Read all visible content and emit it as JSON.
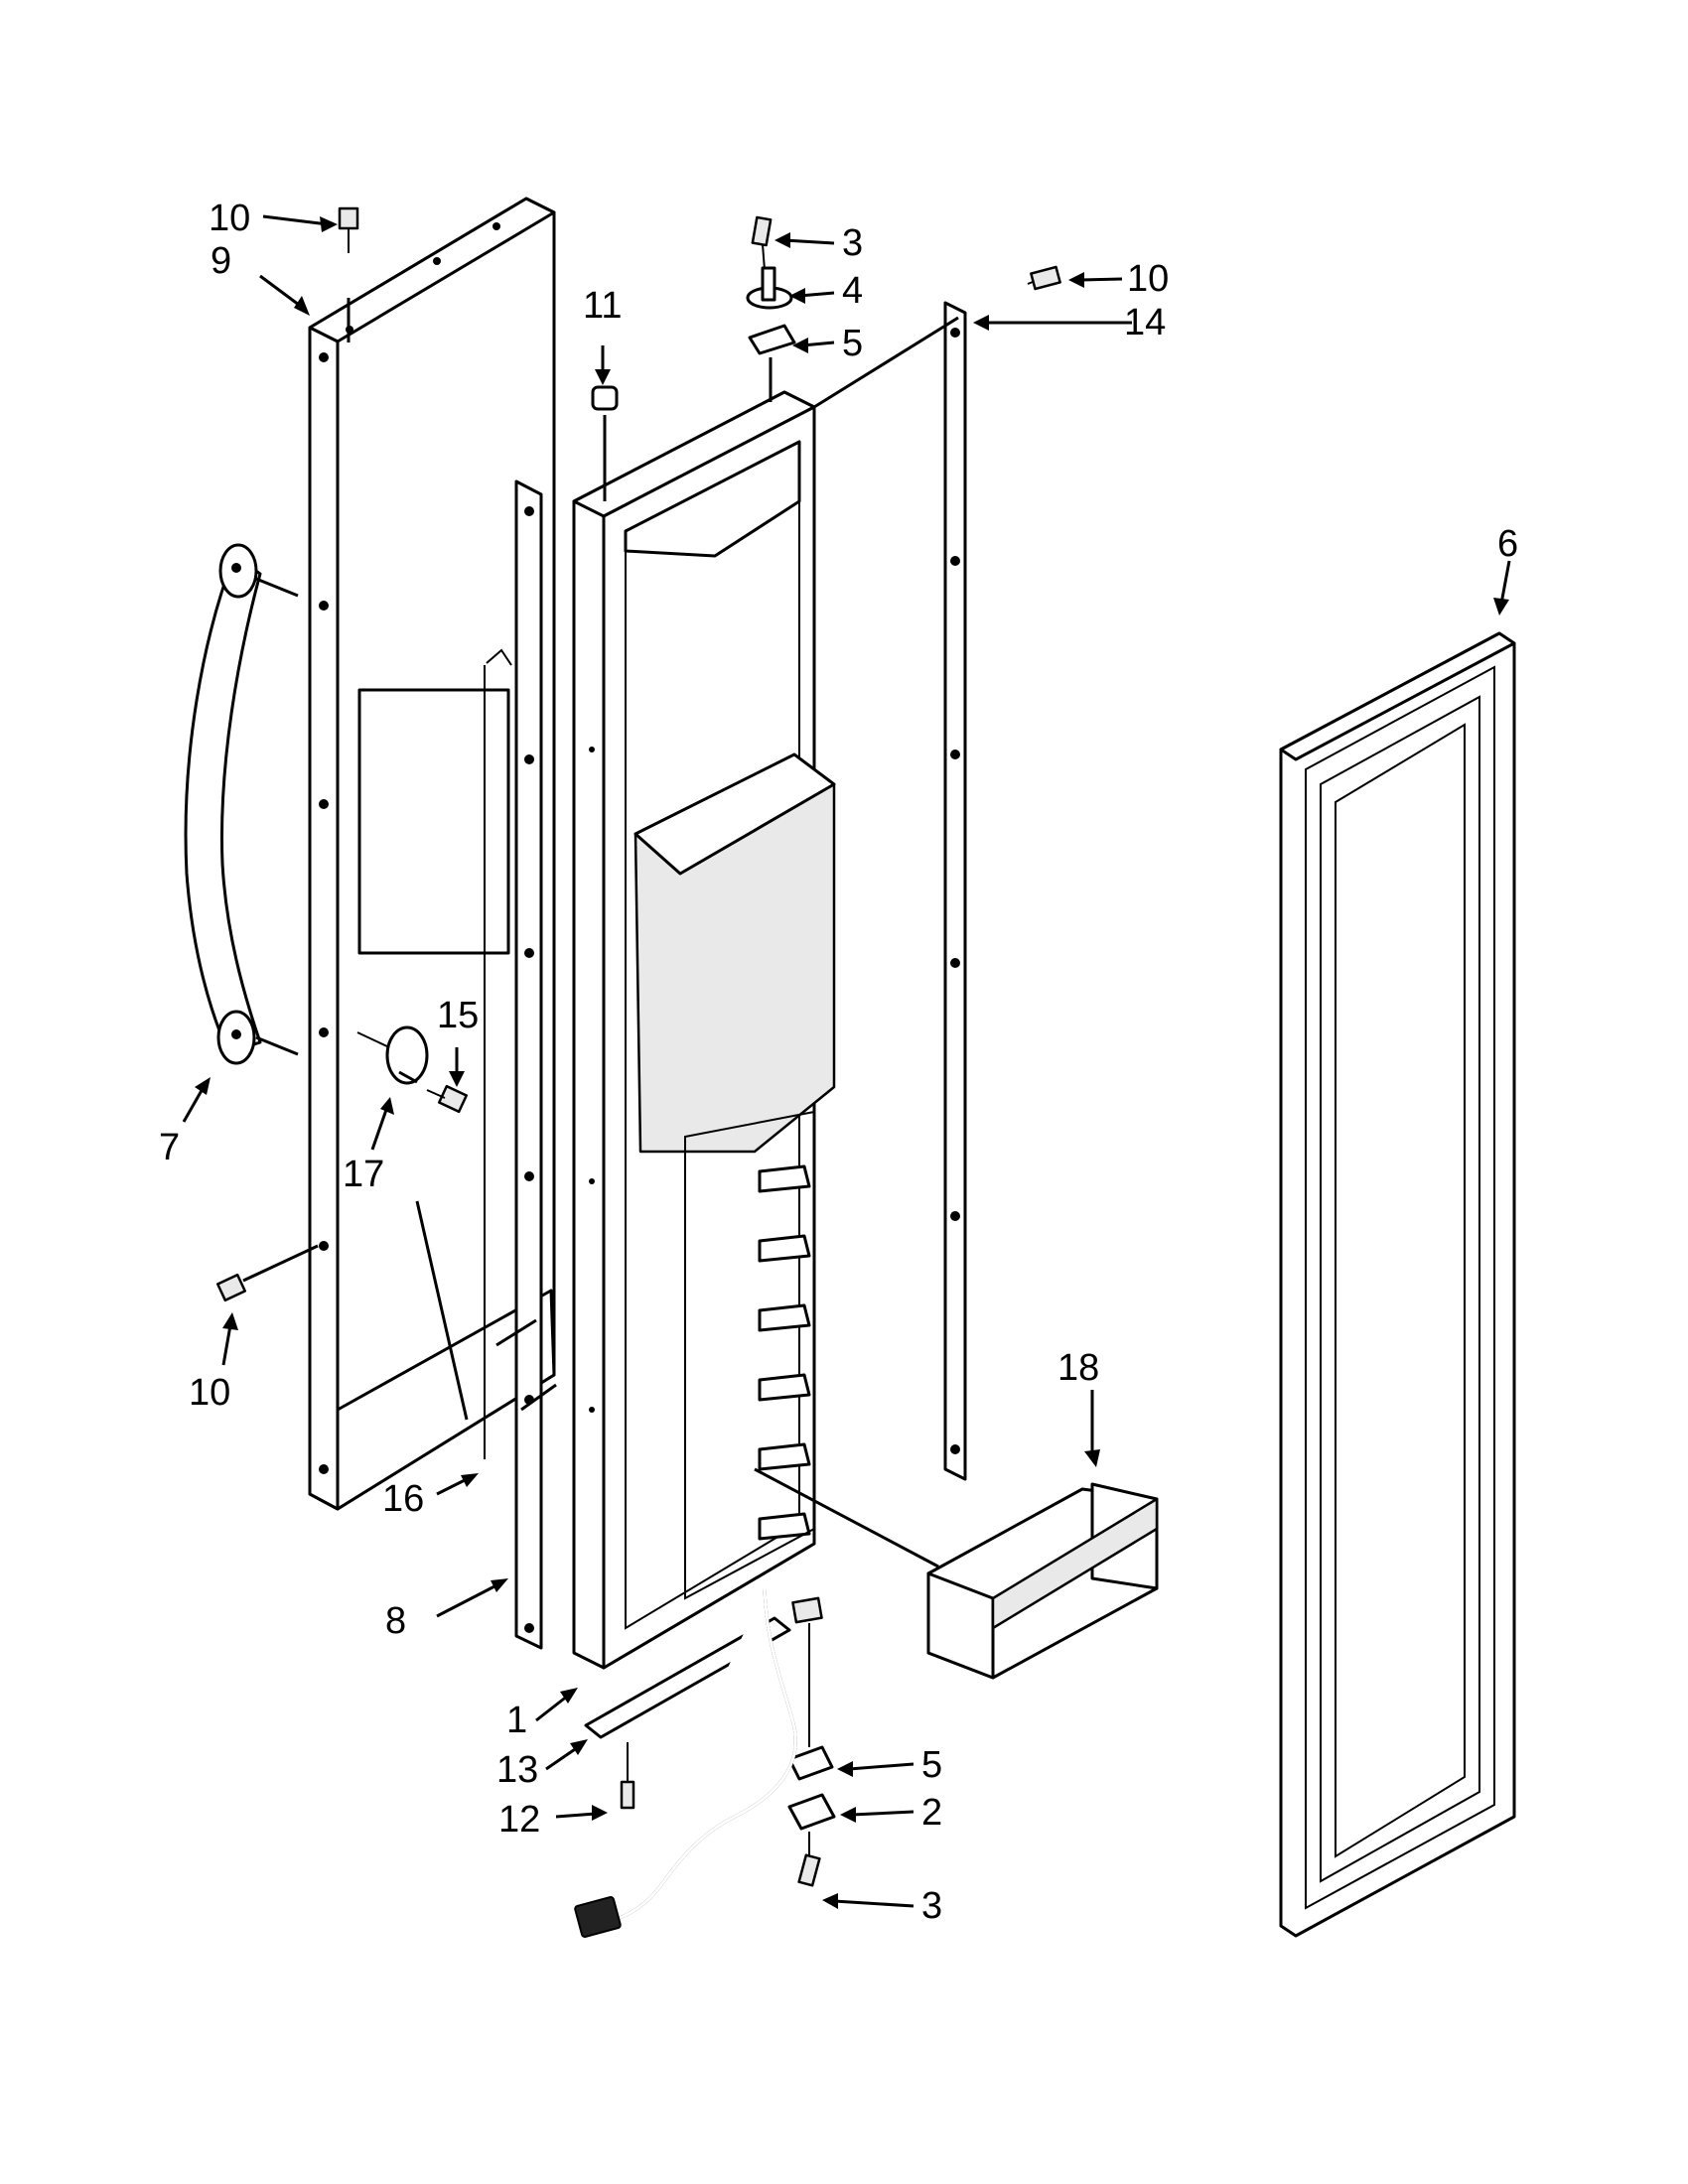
{
  "callouts": [
    {
      "id": "c10a",
      "text": "10"
    },
    {
      "id": "c9",
      "text": "9"
    },
    {
      "id": "c11",
      "text": "11"
    },
    {
      "id": "c3a",
      "text": "3"
    },
    {
      "id": "c4",
      "text": "4"
    },
    {
      "id": "c5a",
      "text": "5"
    },
    {
      "id": "c10b",
      "text": "10"
    },
    {
      "id": "c14",
      "text": "14"
    },
    {
      "id": "c6",
      "text": "6"
    },
    {
      "id": "c7",
      "text": "7"
    },
    {
      "id": "c15",
      "text": "15"
    },
    {
      "id": "c17",
      "text": "17"
    },
    {
      "id": "c10c",
      "text": "10"
    },
    {
      "id": "c18",
      "text": "18"
    },
    {
      "id": "c16",
      "text": "16"
    },
    {
      "id": "c8",
      "text": "8"
    },
    {
      "id": "c1",
      "text": "1"
    },
    {
      "id": "c5b",
      "text": "5"
    },
    {
      "id": "c2",
      "text": "2"
    },
    {
      "id": "c13",
      "text": "13"
    },
    {
      "id": "c12",
      "text": "12"
    },
    {
      "id": "c3b",
      "text": "3"
    }
  ]
}
